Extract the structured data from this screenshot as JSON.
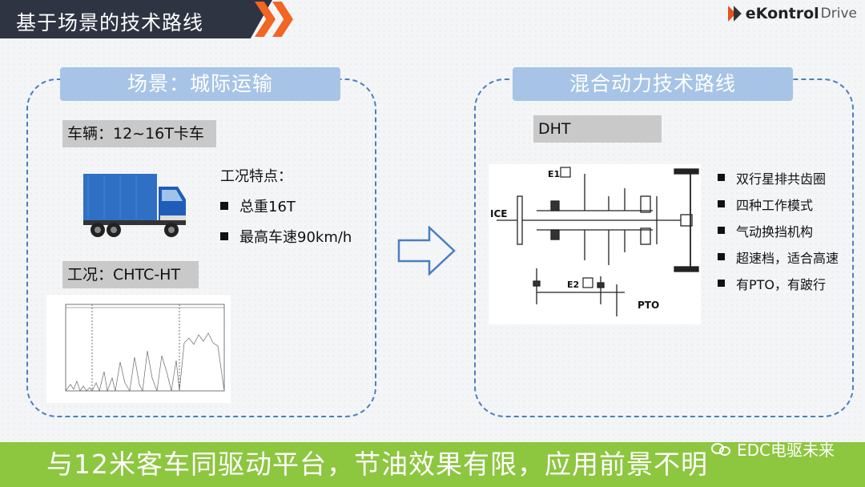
{
  "header": {
    "title": "基于场景的技术路线",
    "logo_brand": "eKontrol",
    "logo_sub": "Drive"
  },
  "left_panel": {
    "title": "场景：城际运输",
    "vehicle_tag": "车辆：12~16T卡车",
    "features_title": "工况特点：",
    "features": [
      "总重16T",
      "最高车速90km/h"
    ],
    "cycle_tag": "工况：CHTC-HT"
  },
  "right_panel": {
    "title": "混合动力技术路线",
    "dht_tag": "DHT",
    "diagram_labels": {
      "ice": "ICE",
      "e1": "E1",
      "e2": "E2",
      "pto": "PTO"
    },
    "items": [
      "双行星排共齿圈",
      "四种工作模式",
      "气动换挡机构",
      "超速档，适合高速",
      "有PTO，有跛行"
    ]
  },
  "footer": {
    "text": "与12米客车同驱动平台，节油效果有限，应用前景不明",
    "watermark": "EDC电驱未来"
  },
  "colors": {
    "header_bg": "#2e3441",
    "accent_orange": "#f26522",
    "panel_border": "#4a7fc0",
    "panel_title_bg": "#a7c4e6",
    "footer_bg": "#8dc63f"
  }
}
